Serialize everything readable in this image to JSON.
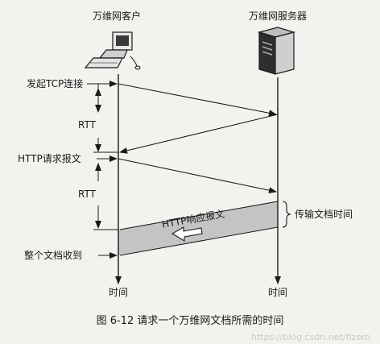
{
  "client": {
    "label": "万维网客户"
  },
  "server": {
    "label": "万维网服务器"
  },
  "events": {
    "tcp_connect": "发起TCP连接",
    "http_request": "HTTP请求报文",
    "doc_received": "整个文档收到"
  },
  "intervals": {
    "rtt_1": "RTT",
    "rtt_2": "RTT",
    "transfer": "传输文档时间"
  },
  "messages": {
    "http_response": "HTTP响应报文"
  },
  "time_axes": {
    "client_time": "时间",
    "server_time": "时间"
  },
  "caption": "图 6-12 请求一个万维网文档所需的时间",
  "watermark": "https://blog.csdn.net/fizero",
  "colors": {
    "response_band": "#c4c4c4",
    "line": "#1a1a1a",
    "background": "#f3f2ee"
  }
}
